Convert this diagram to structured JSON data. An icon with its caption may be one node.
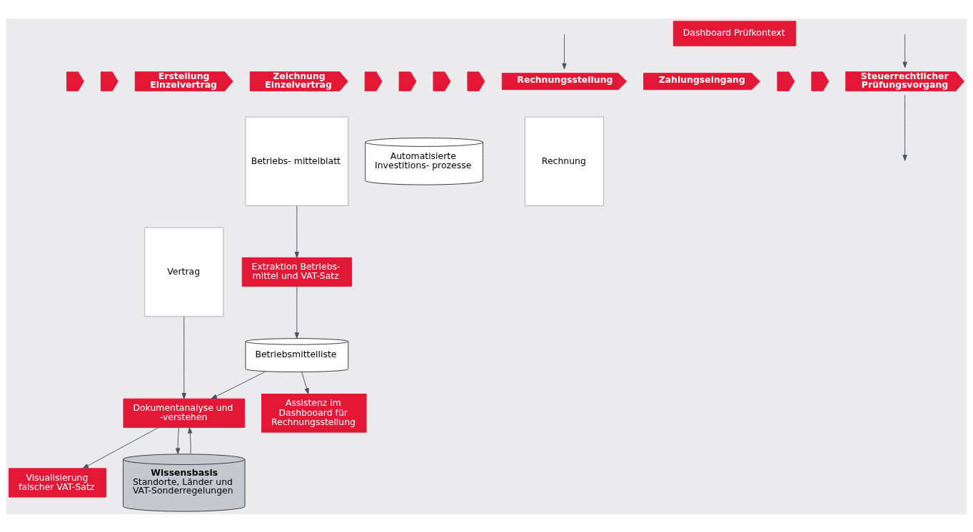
{
  "diagram": {
    "nodes": [
      {
        "text": [],
        "shape": "chevron"
      },
      {
        "text": [],
        "shape": "chevron"
      },
      {
        "text": [
          "Erstellung Einzelvertrag"
        ]
      },
      {
        "text": [
          "Zeichnung Einzelvertrag"
        ]
      },
      {
        "text": [],
        "shape": "chevron"
      },
      {
        "text": [],
        "shape": "chevron"
      },
      {
        "text": [],
        "shape": "chevron"
      },
      {
        "text": [],
        "shape": "chevron"
      },
      {
        "text": [
          "Rechnungsstellung"
        ]
      },
      {
        "text": [
          "Zahlungseingang"
        ]
      },
      {
        "text": [],
        "shape": "chevron"
      },
      {
        "text": [],
        "shape": "chevron"
      },
      {
        "text": [
          "Vertrag"
        ]
      },
      {
        "text": [
          "Betriebs- mittelblatt"
        ]
      },
      {
        "text": [
          "Automatisierte Investitions- prozesse"
        ]
      },
      {
        "text": [
          "Visualisierung falscher VAT-Satz"
        ]
      },
      {
        "text": [
          "Rechnung"
        ]
      },
      {
        "text": [
          "Assistenz im Dashbooard für Rechnungsstellung"
        ]
      },
      {
        "text": [
          "Dokumentanalyse und -verstehen"
        ]
      },
      {
        "text": [
          "Extraktion Betriebs- mittel und VAT-Satz"
        ]
      },
      {
        "text": [
          "Wissensbasis",
          "Standorte, Länder und VAT-Sonderregelungen"
        ]
      },
      {
        "text": [
          "Betriebsmittelliste"
        ]
      },
      {
        "text": [
          "Dashboard Prüfkontext"
        ]
      },
      {
        "text": [
          "Steuerrechtlicher Prüfungsvorgang"
        ]
      }
    ],
    "edges": [
      {
        "from": 12,
        "to": 18,
        "arrow": "to"
      },
      {
        "from": 18,
        "to": 15,
        "arrow": "to"
      },
      {
        "from": 13,
        "to": 19,
        "arrow": "to"
      },
      {
        "from": 19,
        "to": 21,
        "arrow": "to"
      },
      {
        "from": 21,
        "to": 18,
        "arrow": "to"
      },
      {
        "from": 20,
        "to": 18,
        "arrow": "to"
      },
      {
        "from": 18,
        "to": 20,
        "arrow": "to"
      },
      {
        "from": 21,
        "to": 17,
        "arrow": "to"
      },
      {
        "from": null,
        "to": 8,
        "arrow": "to"
      },
      {
        "from": 23,
        "to": null,
        "arrow": "to"
      },
      {
        "from": null,
        "to": 23,
        "arrow": "to"
      }
    ]
  }
}
